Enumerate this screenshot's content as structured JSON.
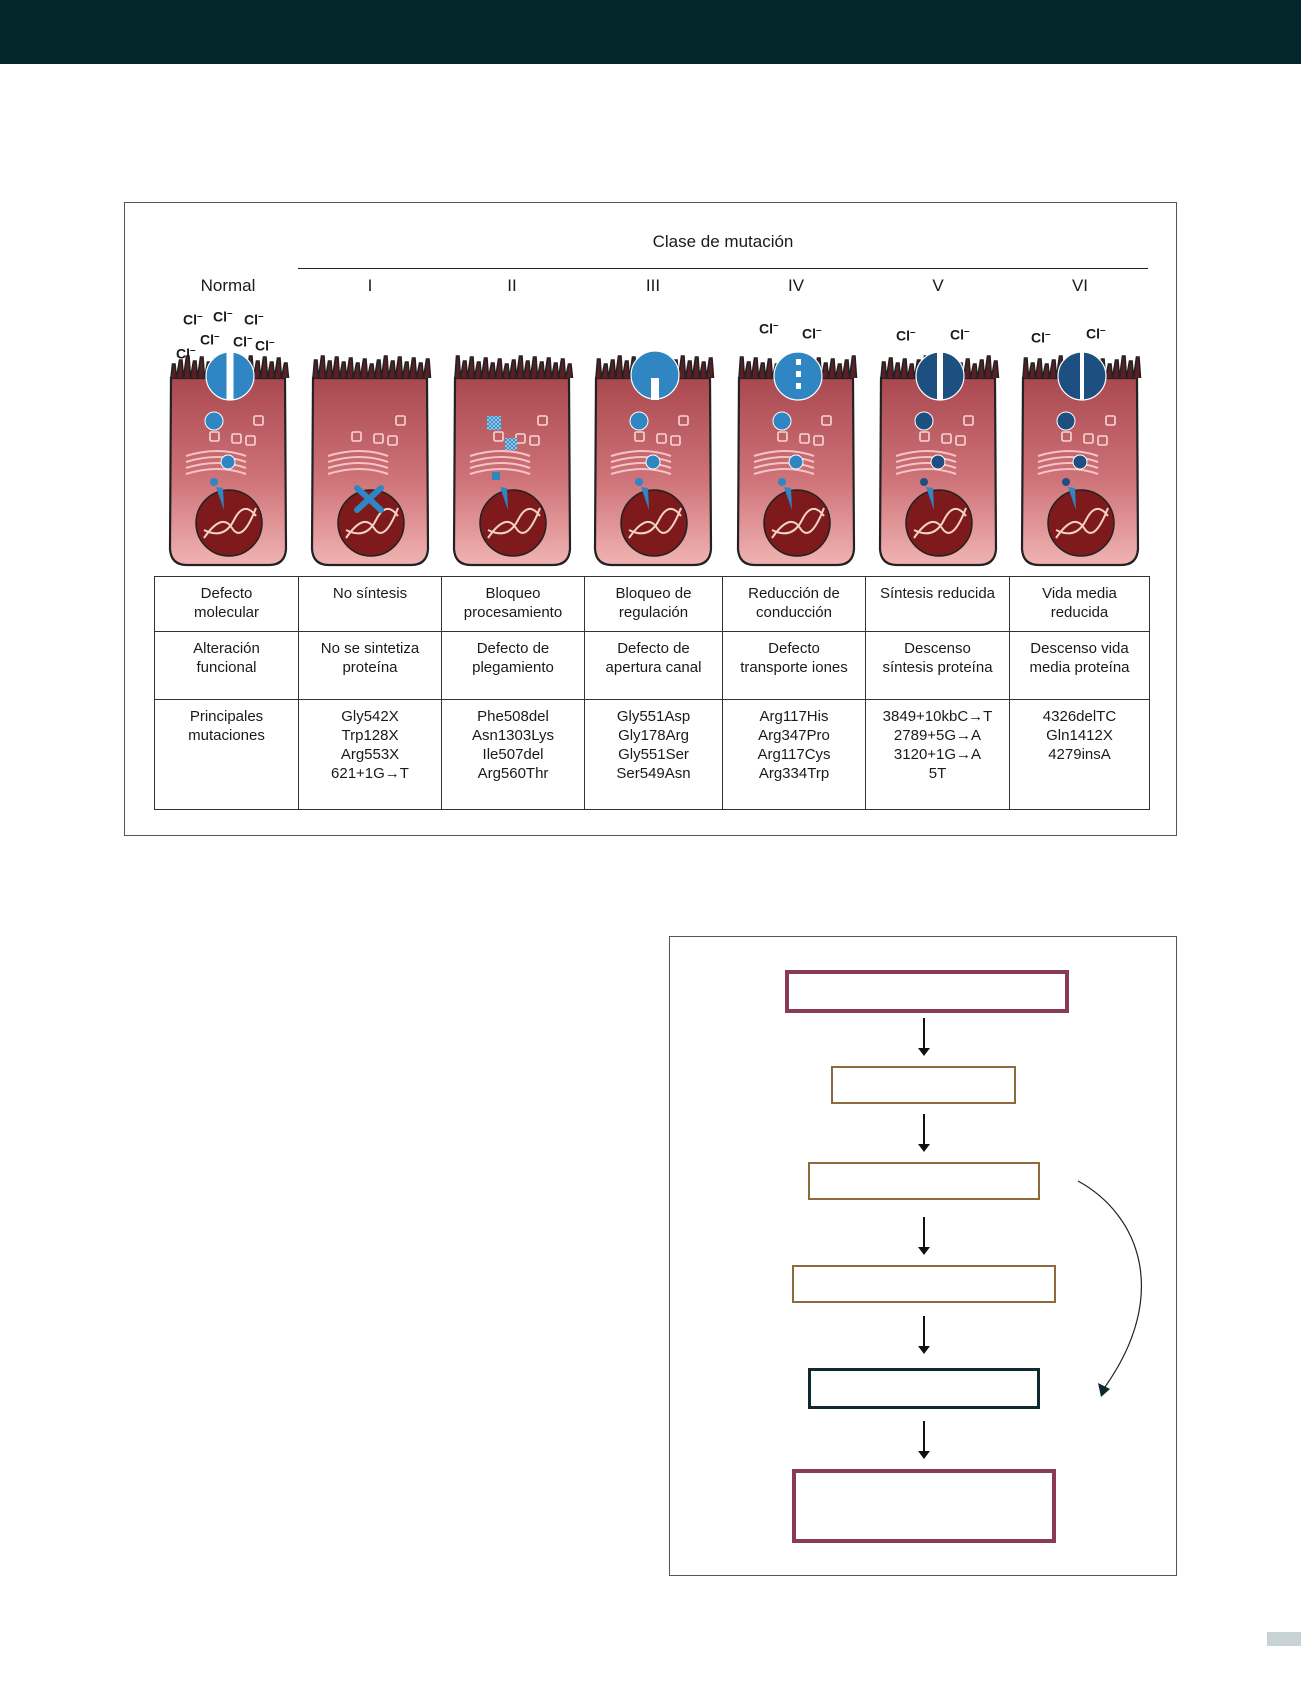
{
  "figure": {
    "header": "Clase de mutación",
    "columns": [
      "Normal",
      "I",
      "II",
      "III",
      "IV",
      "V",
      "VI"
    ],
    "chloride_label": "Cl",
    "chloride_superscript": "–",
    "table": {
      "rows": [
        {
          "label": [
            "Defecto",
            "molecular"
          ],
          "cells": [
            [
              "No síntesis"
            ],
            [
              "Bloqueo",
              "procesamiento"
            ],
            [
              "Bloqueo de",
              "regulación"
            ],
            [
              "Reducción de",
              "conducción"
            ],
            [
              "Síntesis reducida"
            ],
            [
              "Vida media",
              "reducida"
            ]
          ]
        },
        {
          "label": [
            "Alteración",
            "funcional"
          ],
          "cells": [
            [
              "No se sintetiza",
              "proteína"
            ],
            [
              "Defecto de",
              "plegamiento"
            ],
            [
              "Defecto de",
              "apertura canal"
            ],
            [
              "Defecto",
              "transporte iones"
            ],
            [
              "Descenso",
              "síntesis proteína"
            ],
            [
              "Descenso vida",
              "media proteína"
            ]
          ]
        },
        {
          "label": [
            "Principales",
            "mutaciones"
          ],
          "cells": [
            [
              "Gly542X",
              "Trp128X",
              "Arg553X",
              "621+1G→T"
            ],
            [
              "Phe508del",
              "Asn1303Lys",
              "Ile507del",
              "Arg560Thr"
            ],
            [
              "Gly551Asp",
              "Gly178Arg",
              "Gly551Ser",
              "Ser549Asn"
            ],
            [
              "Arg117His",
              "Arg347Pro",
              "Arg117Cys",
              "Arg334Trp"
            ],
            [
              "3849+10kbC→T",
              "2789+5G→A",
              "3120+1G→A",
              "5T"
            ],
            [
              "4326delTC",
              "Gln1412X",
              "4279insA"
            ]
          ]
        }
      ]
    }
  },
  "colors": {
    "topbar": "#03272b",
    "cell_body": "#c96a6f",
    "nucleus": "#7e1a1c",
    "channel_normal": "#2f86c3",
    "channel_dark": "#1d4f80",
    "flow_rose": "#8a3a52",
    "flow_gold": "#8c6a3c",
    "flow_dark": "#0d2a2e"
  }
}
